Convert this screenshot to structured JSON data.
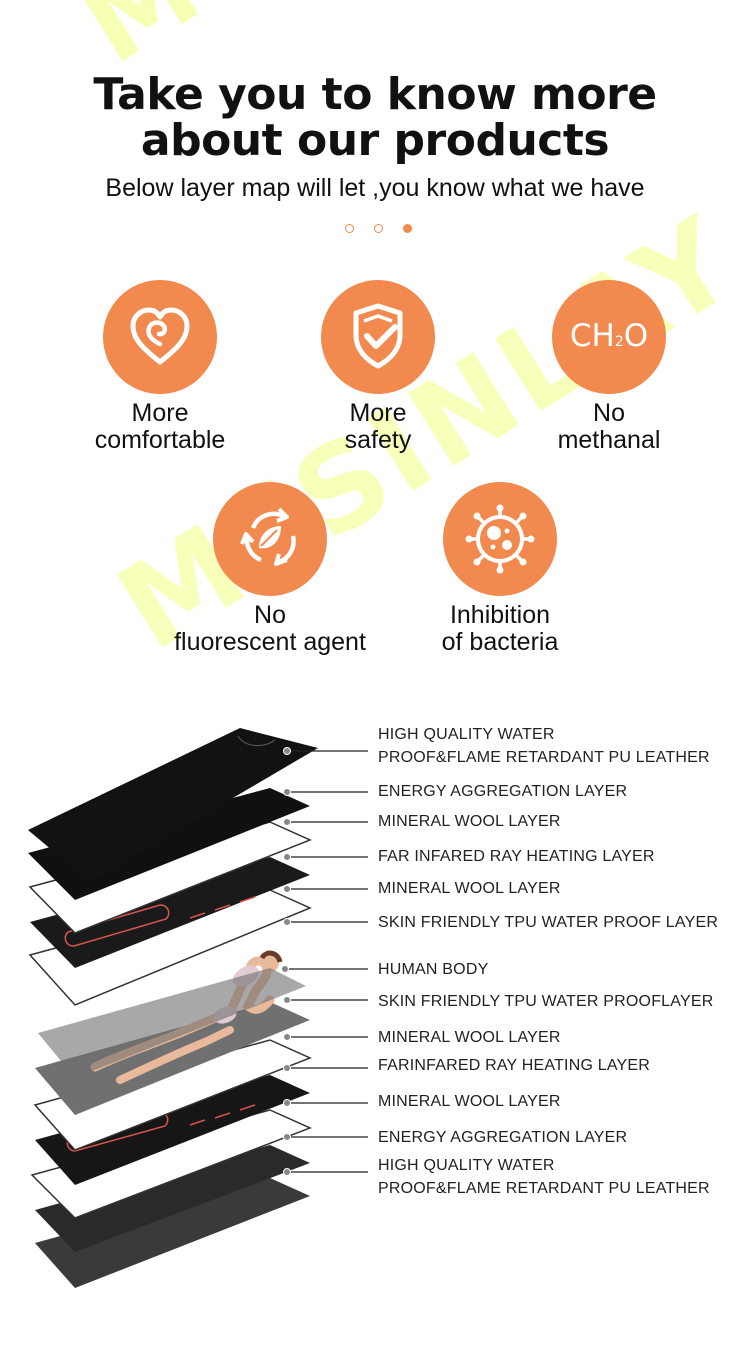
{
  "watermark": "MESINLAY",
  "header": {
    "title_line1": "Take you to know more",
    "title_line2": "about our products",
    "subtitle": "Below layer map will let ,you know what we have"
  },
  "colors": {
    "accent": "#f2894f",
    "text": "#111111",
    "watermark": "#f2ff7a"
  },
  "carousel": {
    "dots": 3,
    "active_index": 2
  },
  "features": [
    {
      "icon": "heart-swirl-icon",
      "line1": "More",
      "line2": "comfortable"
    },
    {
      "icon": "shield-check-icon",
      "line1": "More",
      "line2": "safety"
    },
    {
      "icon": "ch2o-icon",
      "line1": "No",
      "line2": "methanal",
      "icon_text": "CH",
      "icon_sub": "2",
      "icon_text2": "O"
    },
    {
      "icon": "leaf-recycle-icon",
      "line1": "No",
      "line2": "fluorescent agent"
    },
    {
      "icon": "bacteria-icon",
      "line1": "Inhibition",
      "line2": "of bacteria"
    }
  ],
  "layers": [
    {
      "line1": "HIGH QUALITY WATER",
      "line2": "PROOF&FLAME RETARDANT PU LEATHER"
    },
    {
      "line1": "ENERGY AGGREGATION LAYER"
    },
    {
      "line1": "MINERAL WOOL LAYER"
    },
    {
      "line1": "FAR INFARED RAY HEATING LAYER"
    },
    {
      "line1": "MINERAL WOOL LAYER"
    },
    {
      "line1": "SKIN FRIENDLY TPU WATER PROOF LAYER"
    },
    {
      "line1": "HUMAN BODY"
    },
    {
      "line1": "SKIN FRIENDLY TPU WATER PROOFLAYER"
    },
    {
      "line1": "MINERAL WOOL LAYER"
    },
    {
      "line1": "FARINFARED RAY HEATING LAYER"
    },
    {
      "line1": "MINERAL WOOL LAYER"
    },
    {
      "line1": "ENERGY AGGREGATION LAYER"
    },
    {
      "line1": "HIGH QUALITY WATER",
      "line2": "PROOF&FLAME RETARDANT PU LEATHER"
    }
  ]
}
